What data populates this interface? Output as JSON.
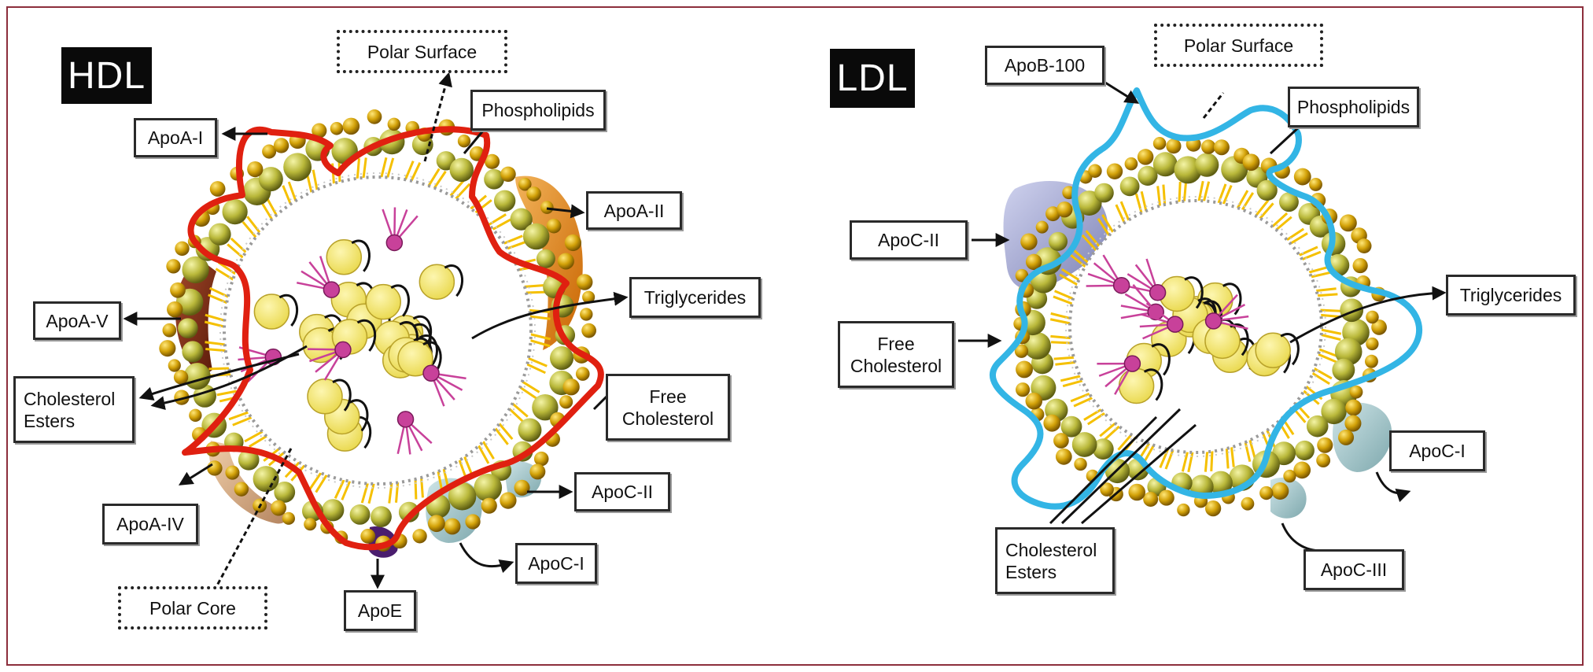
{
  "hdl": {
    "title": "HDL",
    "labels": {
      "polar_surface": "Polar Surface",
      "phospholipids": "Phospholipids",
      "apoa1": "ApoA-I",
      "apoa2": "ApoA-II",
      "triglycerides": "Triglycerides",
      "apoa5": "ApoA-V",
      "cholesterol_esters_1": "Cholesterol",
      "cholesterol_esters_2": "Esters",
      "free_cholesterol_1": "Free",
      "free_cholesterol_2": "Cholesterol",
      "apoc2": "ApoC-II",
      "apoa4": "ApoA-IV",
      "apoc1": "ApoC-I",
      "polar_core": "Polar Core",
      "apoe": "ApoE"
    }
  },
  "ldl": {
    "title": "LDL",
    "labels": {
      "apob100": "ApoB-100",
      "polar_surface": "Polar Surface",
      "phospholipids": "Phospholipids",
      "apoc2": "ApoC-II",
      "triglycerides": "Triglycerides",
      "free_cholesterol_1": "Free",
      "free_cholesterol_2": "Cholesterol",
      "apoc1": "ApoC-I",
      "cholesterol_esters_1": "Cholesterol",
      "cholesterol_esters_2": "Esters",
      "apoc3": "ApoC-III"
    }
  },
  "colors": {
    "frame": "#8c2e3c",
    "hdl_apoa1_ribbon": "#e02010",
    "ldl_apob100_ribbon": "#33b5e5",
    "phospholipid_head": "#b0b030",
    "phospholipid_tail": "#f5c000",
    "triglyceride": "#f3e66a",
    "cholesterol": "#c8419a",
    "apoa2": "#e07a10",
    "apoa5": "#7a2a16",
    "apoa4": "#d6aa80",
    "apoc": "#9ec4c8",
    "apoe": "#4a1d6e",
    "ldl_apoc2": "#9aa0cc"
  }
}
